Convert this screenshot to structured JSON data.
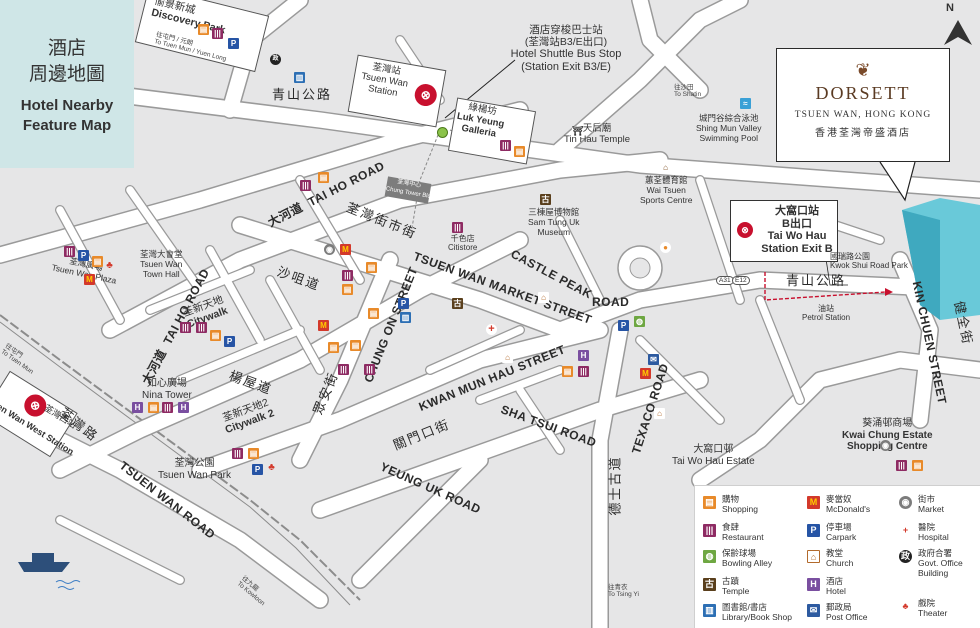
{
  "title": {
    "zh_line1": "酒店",
    "zh_line2": "周邊地圖",
    "en_line1": "Hotel Nearby",
    "en_line2": "Feature Map"
  },
  "hotel": {
    "brand": "DORSETT",
    "location": "TSUEN WAN, HONG KONG",
    "name_zh": "香港荃灣帝盛酒店"
  },
  "shuttle": {
    "zh_line1": "酒店穿梭巴士站",
    "zh_line2": "(荃灣站B3/E出口)",
    "en_line1": "Hotel Shuttle Bus Stop",
    "en_line2": "(Station Exit B3/E)"
  },
  "taiwohau": {
    "zh_line1": "大窩口站",
    "zh_line2": "B出口",
    "en_line1": "Tai Wo Hau",
    "en_line2": "Station Exit B"
  },
  "stations": {
    "tsuen_wan": {
      "zh": "荃灣站",
      "en_line1": "Tsuen Wan",
      "en_line2": "Station"
    },
    "tsuen_wan_west": {
      "zh": "荃灣西站",
      "en": "Tsuen Wan West Station"
    }
  },
  "roads": {
    "tai_ho_road_en": "TAI HO ROAD",
    "tai_ho_road_zh": "大河道",
    "tai_ho_road2_en": "TAI HO ROAD",
    "tai_ho_road2_zh": "大河道",
    "tsuen_wan_market_st": "TSUEN WAN MARKET STREET",
    "tsuen_wan_market_st_zh": "荃灣街市街",
    "castle_peak_road": "CASTLE PEAK",
    "castle_peak_road2": "ROAD",
    "castle_peak_zh": "青山公路",
    "castle_peak_zh2": "青山公路",
    "chung_on_street": "CHUNG ON STREET",
    "chung_on_zh": "眾安街",
    "kwan_mun_hau_street": "KWAN MUN HAU STREET",
    "kwan_mun_hau_zh": "關門口街",
    "sha_tsui_road": "SHA TSUI ROAD",
    "sha_tsui_zh": "沙咀道",
    "texaco_road": "TEXACO ROAD",
    "texaco_zh": "德士古道",
    "yeung_uk_road": "YEUNG UK ROAD",
    "yeung_uk_zh": "楊屋道",
    "tsuen_wan_road": "TSUEN WAN ROAD",
    "tsuen_wan_road_zh": "荃灣路",
    "kin_chuen_street": "KIN CHUEN STREET",
    "kin_chuen_zh": "健全街",
    "kwok_shui_road": "Kwok Shui Road Park",
    "kwok_shui_zh": "國瑞路公園"
  },
  "places": {
    "discovery_park_zh": "愉景新城",
    "discovery_park_en": "Discovery Park",
    "luk_yeung_zh": "綠楊坊",
    "luk_yeung_en1": "Luk Yeung",
    "luk_yeung_en2": "Galleria",
    "tin_hau_zh": "天后廟",
    "tin_hau_en": "Tin Hau Temple",
    "shing_mun_zh": "城門谷綜合泳池",
    "shing_mun_en1": "Shing Mun Valley",
    "shing_mun_en2": "Swimming Pool",
    "wai_tsuen_zh": "蕙荃體育館",
    "wai_tsuen_en": "Wai Tsuen",
    "wai_tsuen_en2": "Sports Centre",
    "sam_tung_zh": "三棟屋博物館",
    "sam_tung_en1": "Sam Tung Uk",
    "sam_tung_en2": "Museum",
    "citistore_zh": "千色店",
    "citistore_en": "Citistore",
    "town_hall_zh": "荃灣大會堂",
    "town_hall_en1": "Tsuen Wan",
    "town_hall_en2": "Town Hall",
    "plaza_zh": "荃灣廣場",
    "plaza_en": "Tsuen Wan Plaza",
    "citywalk_zh": "荃新天地",
    "citywalk_en": "Citywalk",
    "citywalk2_zh": "荃新天地2",
    "citywalk2_en": "Citywalk 2",
    "nina_zh": "如心廣場",
    "nina_en": "Nina Tower",
    "park_zh": "荃灣公園",
    "park_en": "Tsuen Wan Park",
    "twh_estate_zh": "大窩口邨",
    "twh_estate_en": "Tai Wo Hau Estate",
    "kwai_chung_zh": "葵涌邨商場",
    "kwai_chung_en1": "Kwai Chung Estate",
    "kwai_chung_en2": "Shopping Centre",
    "petrol_zh": "油站",
    "petrol_en": "Petrol Station",
    "china_tower_zh": "荃灣中心",
    "china_tower_en": "Chung Tower Bldg"
  },
  "directions": {
    "to_yuen_long": "往屯門 / 元朗",
    "to_yuen_long_en": "To Tuen Mun / Yuen Long",
    "to_shatin": "往沙田",
    "to_shatin_en": "To Shatin",
    "to_tsing_yi": "往青衣",
    "to_tsing_yi_en": "To Tsing Yi",
    "to_kowloon": "往九龍",
    "to_kowloon_en": "To Kowloon",
    "to_tuen_mun2": "往屯門",
    "to_tuen_mun2_en": "To Tuen Mun",
    "route_a31": "A31",
    "route_e12": "E12"
  },
  "legend": [
    {
      "icon": "shop",
      "zh": "購物",
      "en": "Shopping",
      "color": "#e88a2a"
    },
    {
      "icon": "mcd",
      "zh": "麥當奴",
      "en": "McDonald's",
      "color": "#d3392b"
    },
    {
      "icon": "market",
      "zh": "街市",
      "en": "Market",
      "color": "#7c7c7c"
    },
    {
      "icon": "rest",
      "zh": "食肆",
      "en": "Restaurant",
      "color": "#8e2b63"
    },
    {
      "icon": "park",
      "zh": "停車場",
      "en": "Carpark",
      "color": "#2654a5"
    },
    {
      "icon": "hosp",
      "zh": "醫院",
      "en": "Hospital",
      "color": "#d3392b"
    },
    {
      "icon": "bowl",
      "zh": "保齡球場",
      "en": "Bowling Alley",
      "color": "#6ea742"
    },
    {
      "icon": "church",
      "zh": "教堂",
      "en": "Church",
      "color": "#b26a2c"
    },
    {
      "icon": "govt",
      "zh": "政府合署",
      "en": "Govt. Office Building",
      "color": "#222222"
    },
    {
      "icon": "temple",
      "zh": "古蹟",
      "en": "Temple",
      "color": "#5a3f1c"
    },
    {
      "icon": "hotel",
      "zh": "酒店",
      "en": "Hotel",
      "color": "#7a4fa0"
    },
    {
      "icon": "thea",
      "zh": "戲院",
      "en": "Theater",
      "color": "#d3392b"
    },
    {
      "icon": "lib",
      "zh": "圖書館/書店",
      "en": "Library/Book Shop",
      "color": "#2d6fb4"
    },
    {
      "icon": "post",
      "zh": "郵政局",
      "en": "Post Office",
      "color": "#2d5aa0"
    }
  ],
  "icon_glyphs": {
    "shop": "▤",
    "rest": "|||",
    "bowl": "◍",
    "temple": "古",
    "lib": "▥",
    "mcd": "M",
    "park": "P",
    "church": "⌂",
    "hotel": "H",
    "post": "✉",
    "market": "◉",
    "hosp": "+",
    "govt": "政",
    "thea": "♣"
  },
  "misc": {
    "north": "N"
  }
}
